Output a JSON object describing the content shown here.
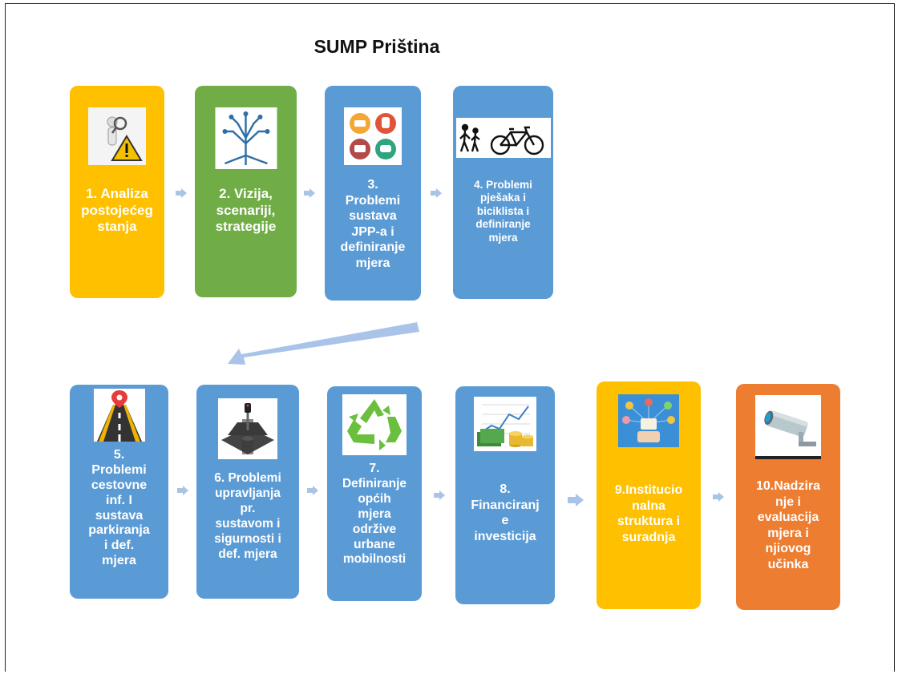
{
  "title": "SUMP Priština",
  "colors": {
    "yellow": "#ffc000",
    "green": "#70ad47",
    "blue": "#5b9bd5",
    "orange": "#ed7d31",
    "arrow": "#a9c4e8"
  },
  "steps": [
    {
      "label": "1. Analiza\npostojećeg\nstanja",
      "icon": "analysis-warning-icon"
    },
    {
      "label": "2. Vizija,\nscenariji,\nstrategije",
      "icon": "circuit-tree-icon"
    },
    {
      "label": "3.\nProblemi\nsustava\nJPP-a i\ndefiniranje\nmjera",
      "icon": "public-transport-icon"
    },
    {
      "label": "4. Problemi\npješaka i\nbiciklista i\ndefiniranje\nmjera",
      "icon": "pedestrian-bicycle-icon"
    },
    {
      "label": "5.\nProblemi\ncestovne\ninf. I\nsustava\nparkiranja\ni def.\nmjera",
      "icon": "road-pin-icon"
    },
    {
      "label": "6. Problemi\nupravljanja\npr.\nsustavom i\nsigurnosti i\ndef. mjera",
      "icon": "intersection-icon"
    },
    {
      "label": "7.\nDefiniranje\nopćih\nmjera\nodržive\nurbane\nmobilnosti",
      "icon": "recycle-icon"
    },
    {
      "label": "8.\nFinanciranj\ne\ninvesticija",
      "icon": "finance-chart-icon"
    },
    {
      "label": "9.Institucio\nnalna\nstruktura i\nsuradnja",
      "icon": "network-people-icon"
    },
    {
      "label": "10.Nadzira\nnje i\nevaluacija\nmjera i\nnjiovog\nučinka",
      "icon": "cctv-camera-icon"
    }
  ]
}
